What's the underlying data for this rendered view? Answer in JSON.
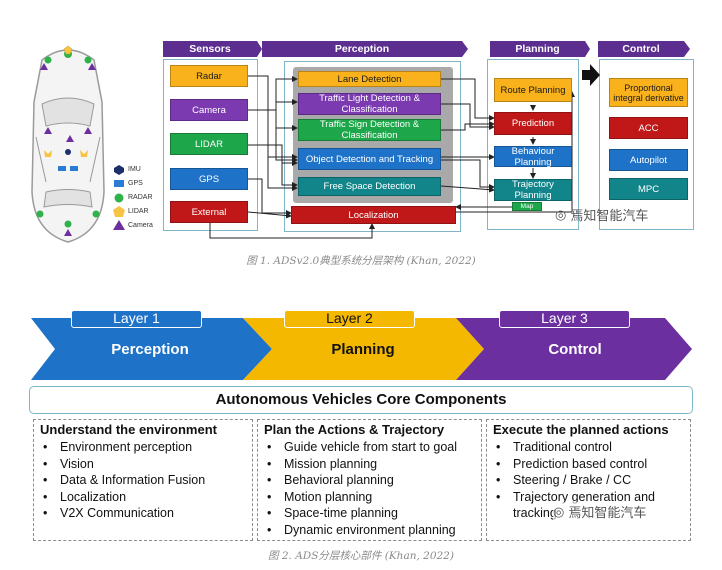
{
  "fig1": {
    "headers": {
      "sensors": "Sensors",
      "perception": "Perception",
      "planning": "Planning",
      "control": "Control"
    },
    "sensors": [
      "Radar",
      "Camera",
      "LIDAR",
      "GPS",
      "External"
    ],
    "perception": [
      "Lane Detection",
      "Traffic Light Detection & Classification",
      "Traffic Sign Detection & Classification",
      "Object Detection and Tracking",
      "Free Space Detection"
    ],
    "localization": "Localization",
    "planning": [
      "Route Planning",
      "Prediction",
      "Behaviour Planning",
      "Trajectory Planning"
    ],
    "map_label": "Map",
    "control": [
      "Proportional integral derivative",
      "ACC",
      "Autopilot",
      "MPC"
    ],
    "legend": [
      "IMU",
      "GPS",
      "RADAR",
      "LIDAR",
      "Camera"
    ],
    "caption": "图 1. ADSv2.0典型系统分层架构 (Khan, 2022)",
    "watermark": "焉知智能汽车"
  },
  "fig2": {
    "layers": [
      {
        "tab": "Layer 1",
        "name": "Perception",
        "color": "#1e73c8"
      },
      {
        "tab": "Layer 2",
        "name": "Planning",
        "color": "#f5b800"
      },
      {
        "tab": "Layer 3",
        "name": "Control",
        "color": "#6b2fa0"
      }
    ],
    "core_title": "Autonomous Vehicles Core Components",
    "columns": [
      {
        "title": "Understand the environment",
        "items": [
          "Environment perception",
          "Vision",
          "Data & Information Fusion",
          "Localization",
          "V2X Communication"
        ]
      },
      {
        "title": "Plan the Actions & Trajectory",
        "items": [
          "Guide vehicle from start to goal",
          "Mission planning",
          "Behavioral planning",
          "Motion planning",
          "Space-time planning",
          "Dynamic environment planning"
        ]
      },
      {
        "title": "Execute the planned actions",
        "items": [
          "Traditional control",
          "Prediction based control",
          "Steering / Brake / CC",
          "Trajectory generation and tracking"
        ]
      }
    ],
    "caption": "图 2. ADS分层核心部件 (Khan, 2022)",
    "watermark": "焉知智能汽车"
  }
}
